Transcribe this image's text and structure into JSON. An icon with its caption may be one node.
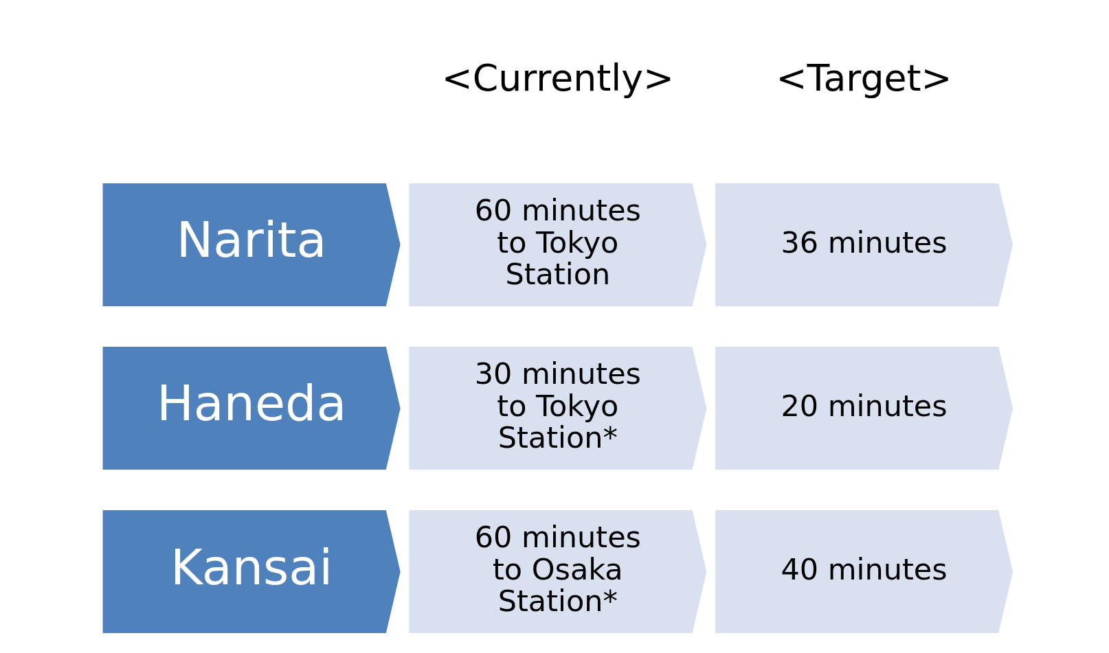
{
  "diagram": {
    "nodes": [
      {
        "text": [
          "Narita"
        ]
      },
      {
        "text": [
          "60 minutes to Tokyo Station"
        ]
      },
      {
        "text": [
          "36 minutes"
        ]
      },
      {
        "text": [
          "Haneda"
        ]
      },
      {
        "text": [
          "30 minutes to Tokyo Station*"
        ]
      },
      {
        "text": [
          "20 minutes"
        ]
      },
      {
        "text": [
          "Kansai"
        ]
      },
      {
        "text": [
          "60 minutes to Osaka Station*"
        ]
      },
      {
        "text": [
          "40 minutes"
        ]
      }
    ],
    "edges": [],
    "labels": [
      "<Currently>",
      "<Target>"
    ]
  }
}
